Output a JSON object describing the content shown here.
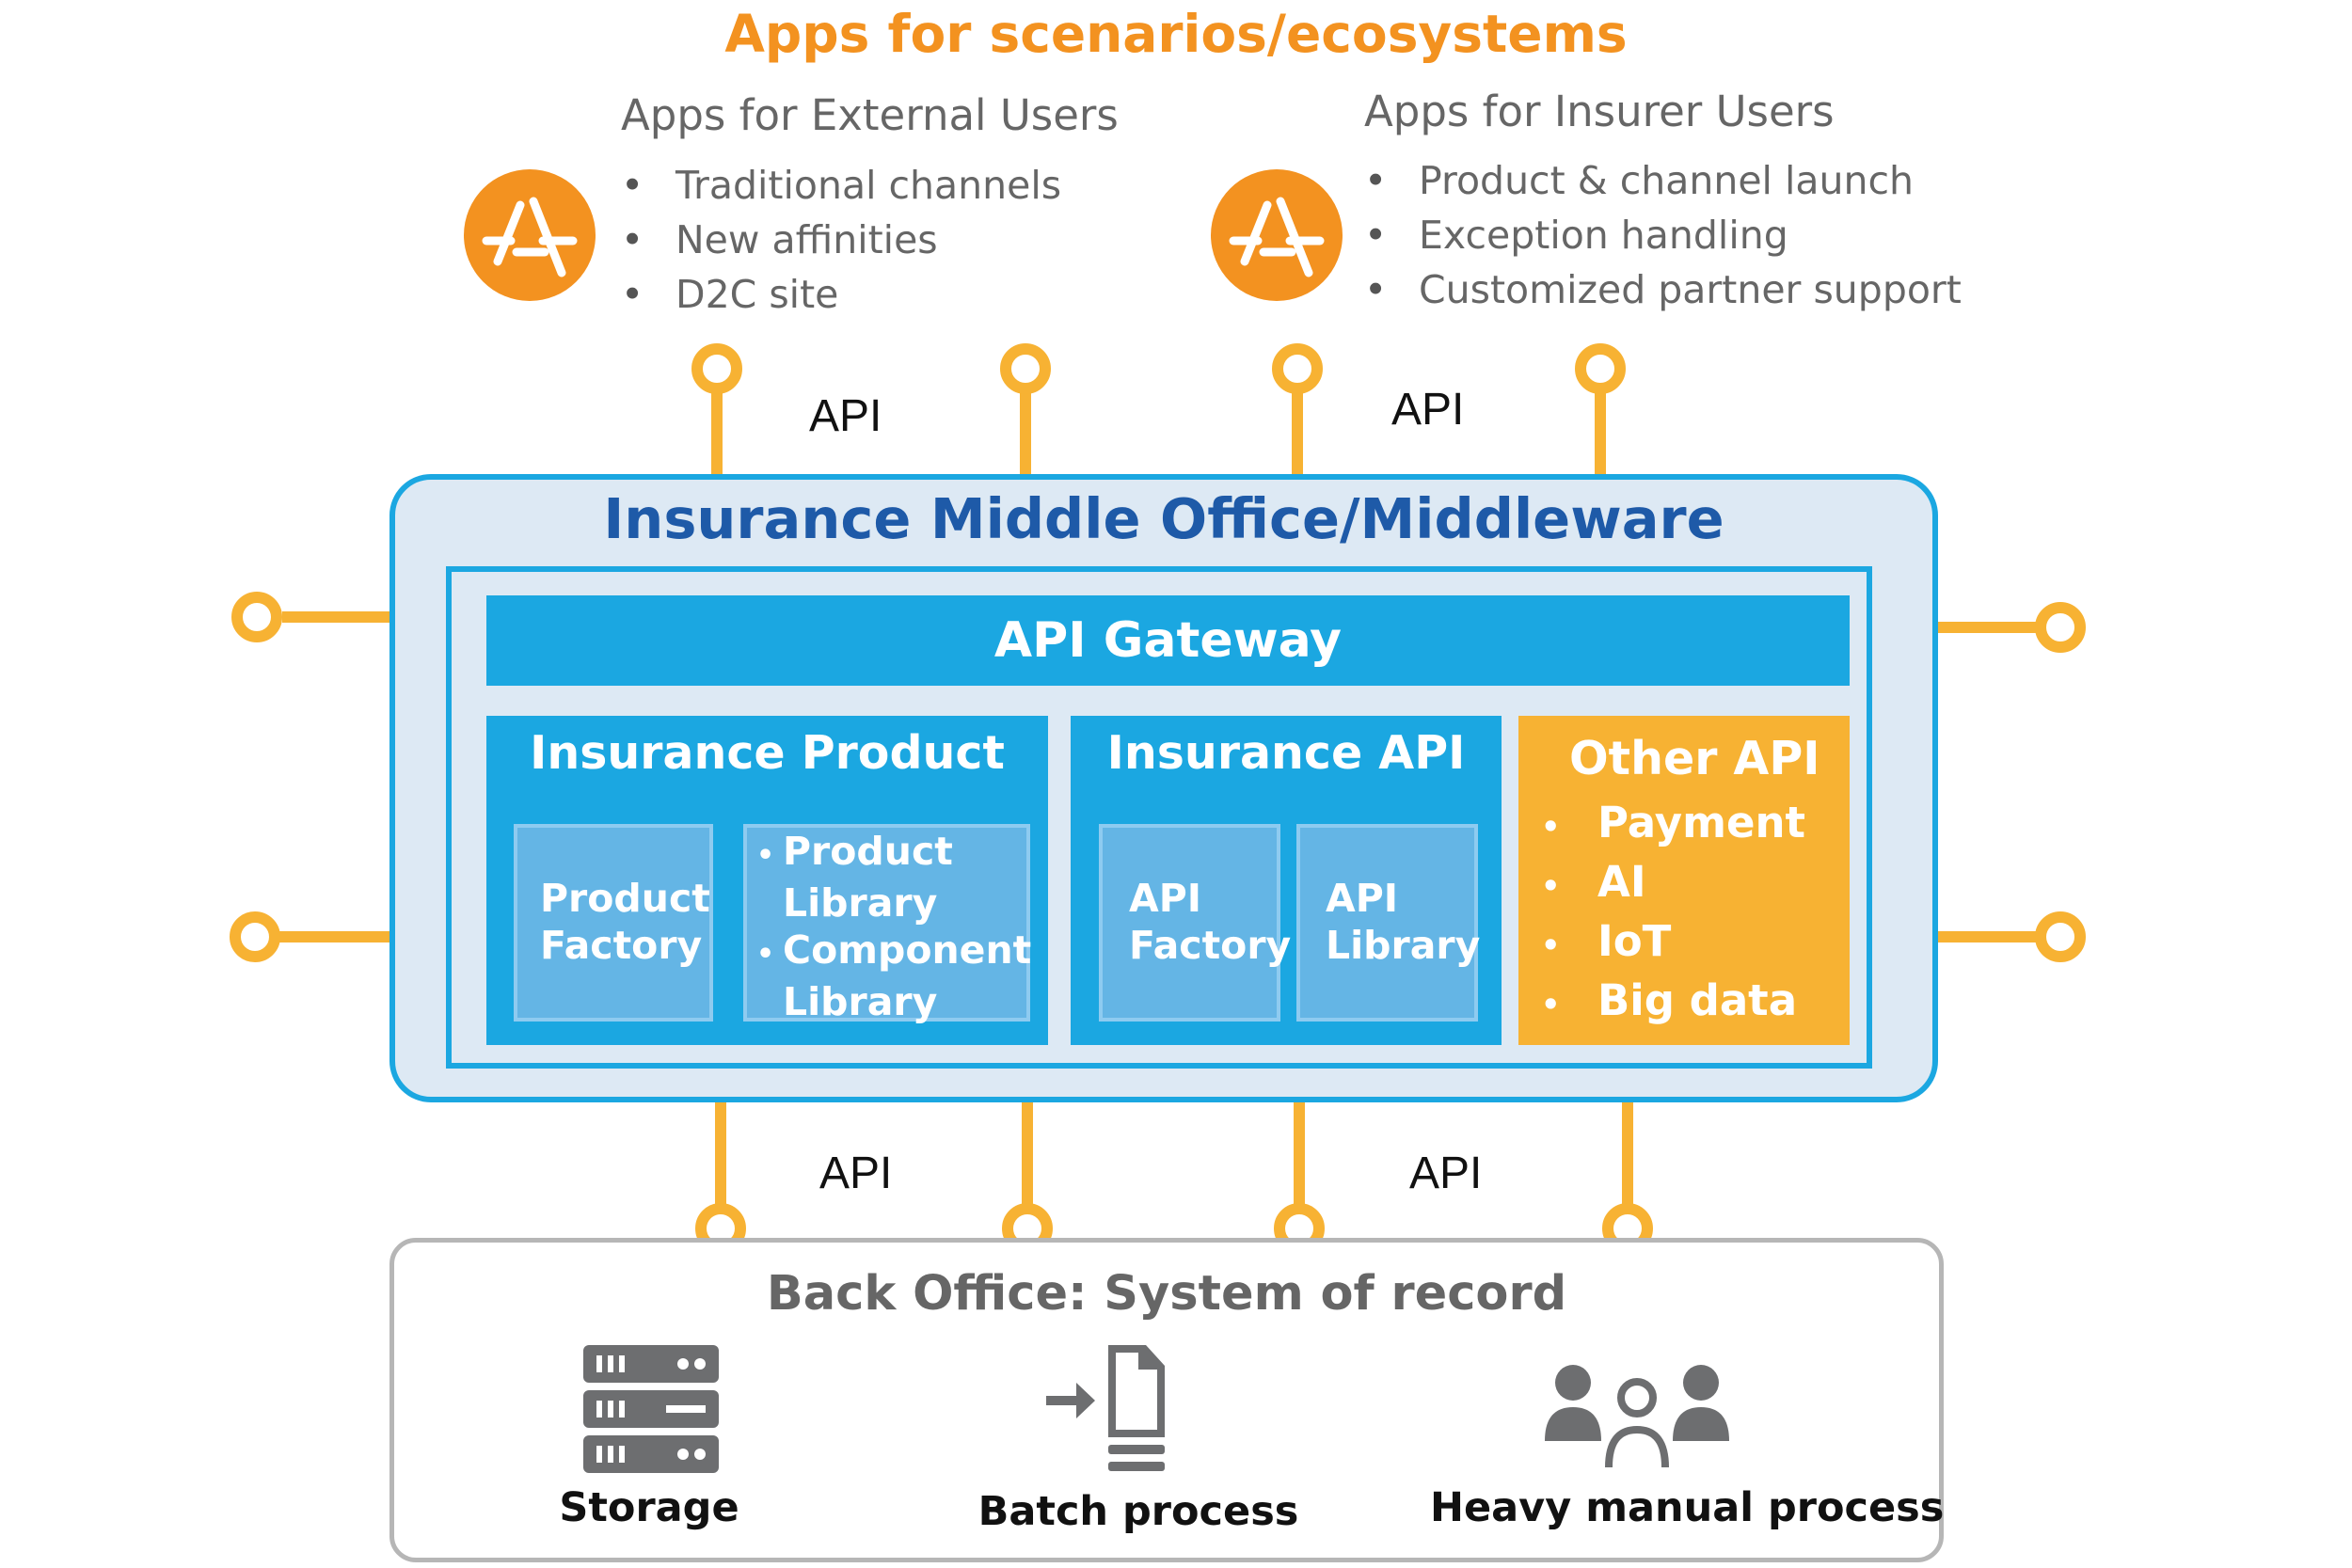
{
  "title": "Apps for scenarios/ecosystems",
  "external_users": {
    "heading": "Apps for External Users",
    "items": [
      "Traditional channels",
      "New affinities",
      "D2C site"
    ],
    "icon": "app-store-icon"
  },
  "insurer_users": {
    "heading": "Apps for Insurer Users",
    "items": [
      "Product & channel launch",
      "Exception handling",
      "Customized partner support"
    ],
    "icon": "app-store-icon"
  },
  "api_labels": {
    "top_left": "API",
    "top_right": "API",
    "bottom_left": "API",
    "bottom_right": "API"
  },
  "middle_office": {
    "title": "Insurance Middle Office/Middleware",
    "gateway": "API Gateway",
    "insurance_product": {
      "title": "Insurance Product",
      "factory_line1": "Product",
      "factory_line2": "Factory",
      "library_items": [
        {
          "bullet": "•",
          "line1": "Product",
          "line2": "Library"
        },
        {
          "bullet": "•",
          "line1": "Component",
          "line2": "Library"
        }
      ]
    },
    "insurance_api": {
      "title": "Insurance API",
      "factory_line1": "API",
      "factory_line2": "Factory",
      "library_line1": "API",
      "library_line2": "Library"
    },
    "other_api": {
      "title": "Other API",
      "items": [
        "Payment",
        "AI",
        "IoT",
        "Big data"
      ]
    }
  },
  "back_office": {
    "title": "Back Office: System of record",
    "items": [
      {
        "label": "Storage",
        "icon": "server-icon"
      },
      {
        "label": "Batch process",
        "icon": "batch-document-icon"
      },
      {
        "label": "Heavy manual process",
        "icon": "people-group-icon"
      }
    ]
  },
  "colors": {
    "accent_orange": "#f39220",
    "connector_orange": "#f7b233",
    "middleware_blue": "#1ba7e1",
    "title_blue": "#1e5aa8",
    "panel_light_blue": "#dde9f4",
    "grey_text": "#666666",
    "grey_icon": "#6d6e70"
  }
}
